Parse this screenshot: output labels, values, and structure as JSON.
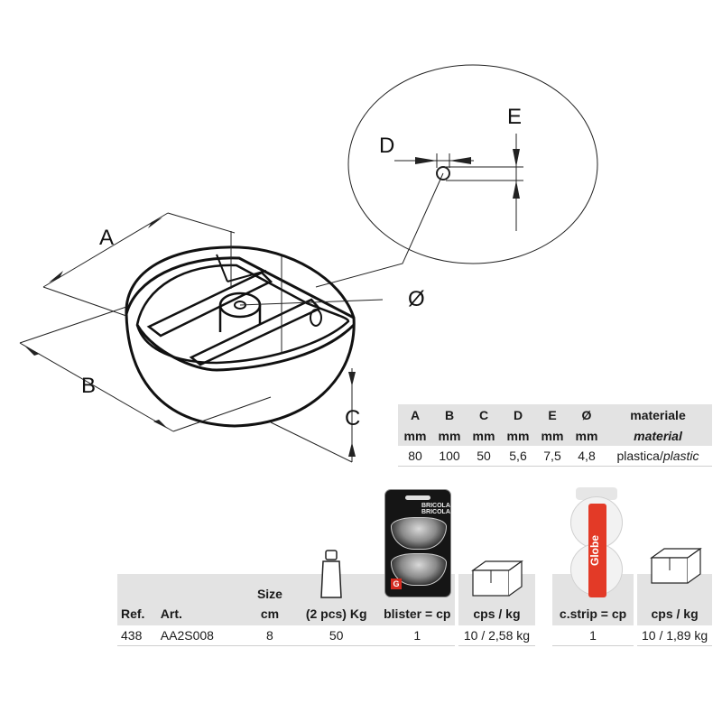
{
  "dimension_labels": {
    "A": "A",
    "B": "B",
    "C": "C",
    "D": "D",
    "E": "E",
    "phi": "Ø"
  },
  "dimension_table": {
    "headers": [
      "A",
      "B",
      "C",
      "D",
      "E",
      "Ø"
    ],
    "units": [
      "mm",
      "mm",
      "mm",
      "mm",
      "mm",
      "mm"
    ],
    "values": [
      "80",
      "100",
      "50",
      "5,6",
      "7,5",
      "4,8"
    ],
    "material_header": "materiale",
    "material_header_en": "material",
    "material_value": "plastica/",
    "material_value_en": "plastic"
  },
  "product_table": {
    "headers": {
      "ref": "Ref.",
      "art": "Art.",
      "size": "Size",
      "size_unit": "cm",
      "weight": "(2 pcs) Kg",
      "blister": "blister = cp",
      "cps_kg": "cps / kg"
    },
    "row": {
      "ref": "438",
      "art": "AA2S008",
      "size": "8",
      "weight": "50",
      "blister": "1",
      "cps_kg": "10 / 2,58 kg"
    }
  },
  "strip_table": {
    "headers": {
      "strip": "c.strip = cp",
      "cps_kg": "cps / kg"
    },
    "row": {
      "strip": "1",
      "cps_kg": "10 / 1,89 kg"
    }
  },
  "package_blister": {
    "brand_text": "BRICOLA BRICOLA",
    "logo_letter": "G"
  },
  "package_strip": {
    "band_text": "Globe"
  },
  "colors": {
    "header_gray": "#e3e3e3",
    "accent_red": "#e33a27",
    "line": "#1a1a1a"
  },
  "icons": [
    "weight-icon",
    "carton-box-icon",
    "blister-pack-icon",
    "card-strip-icon"
  ]
}
